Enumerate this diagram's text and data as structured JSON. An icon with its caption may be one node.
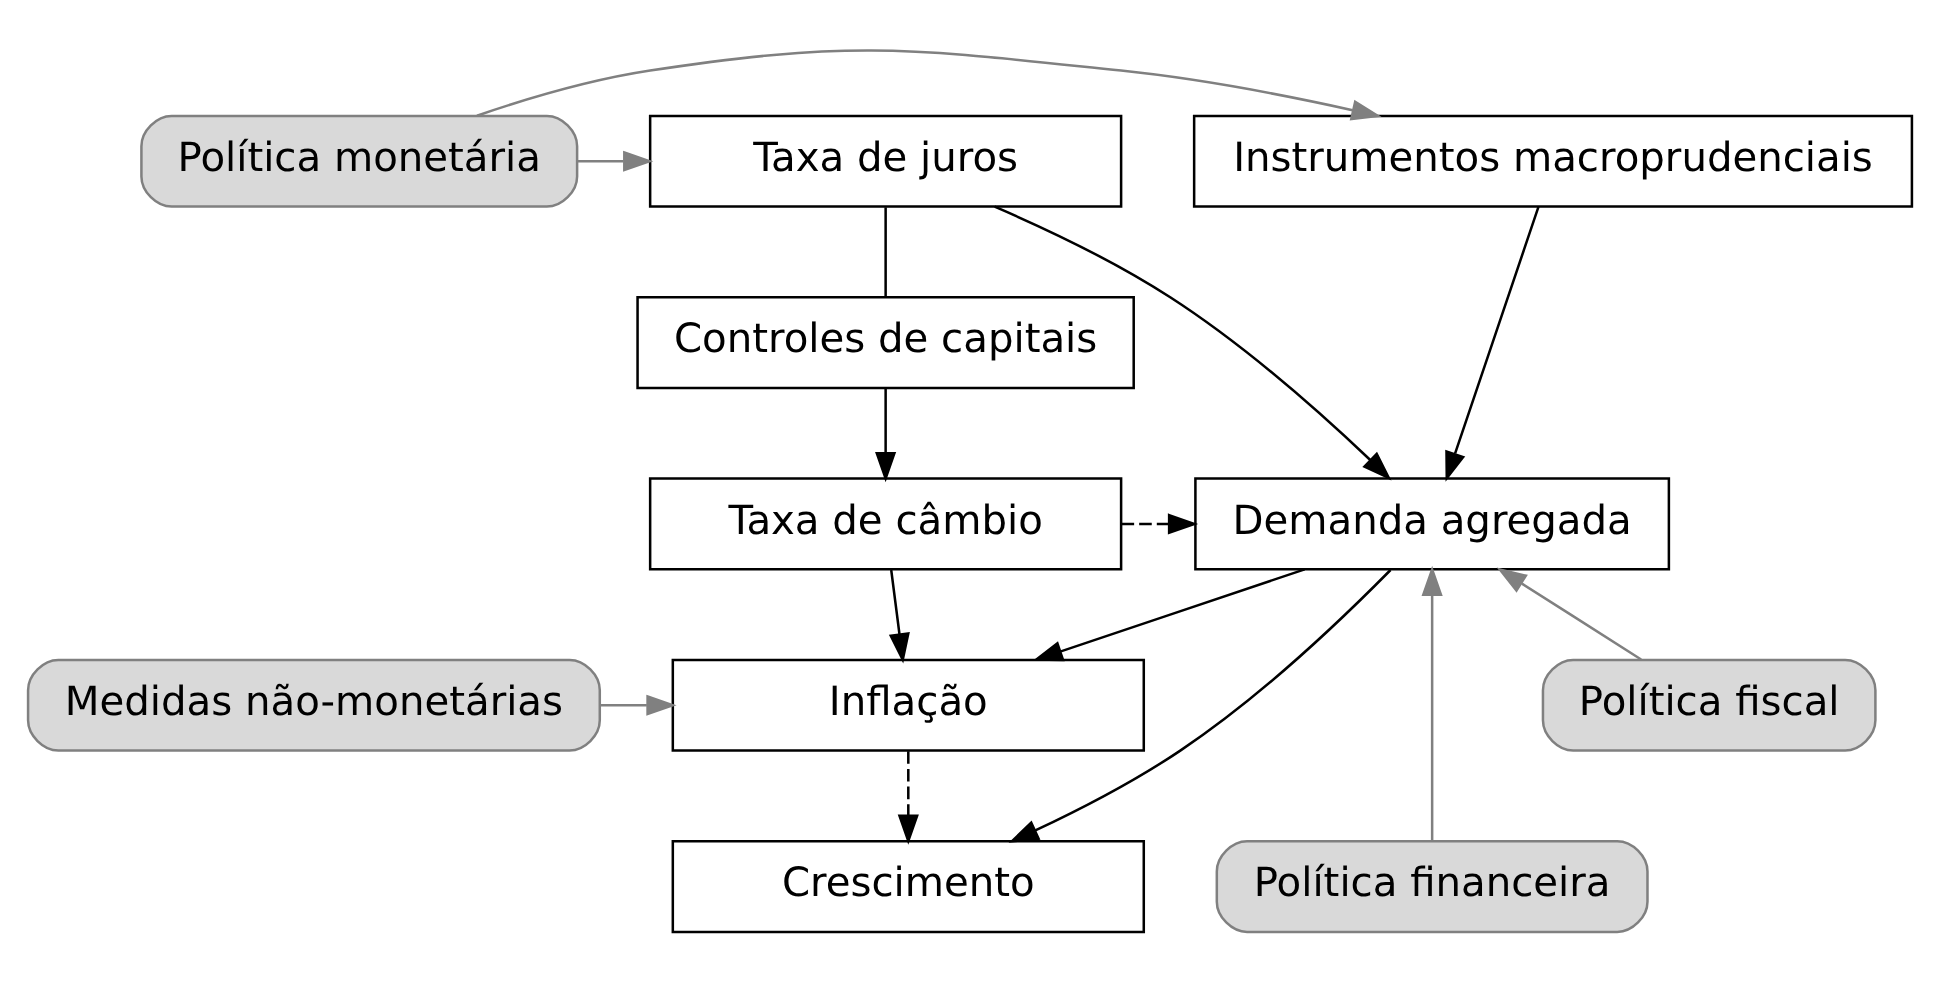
{
  "diagram": {
    "nodes": [
      {
        "text": [
          "Política monetária"
        ]
      },
      {
        "text": [
          "Instrumentos macroprudenciais"
        ]
      },
      {
        "text": [
          "Taxa de juros"
        ]
      },
      {
        "text": [
          "Controles de capitais"
        ]
      },
      {
        "text": [
          "Demanda agregada"
        ]
      },
      {
        "text": [
          "Taxa de câmbio"
        ]
      },
      {
        "text": [
          "Política fiscal"
        ]
      },
      {
        "text": [
          "Inflação"
        ]
      },
      {
        "text": [
          "Política financeira"
        ]
      },
      {
        "text": [
          "Medidas não-monetárias"
        ]
      },
      {
        "text": [
          "Crescimento"
        ]
      }
    ],
    "edges": [
      {
        "from": 0,
        "to": 1,
        "arrow": "to",
        "color": "#808080"
      },
      {
        "from": 0,
        "to": 2,
        "arrow": "to",
        "color": "#808080"
      },
      {
        "from": 1,
        "to": 4,
        "arrow": "to"
      },
      {
        "from": 2,
        "to": 4,
        "arrow": "to"
      },
      {
        "from": 2,
        "to": 3,
        "arrow": "none"
      },
      {
        "from": 3,
        "to": 5,
        "arrow": "to"
      },
      {
        "from": 5,
        "to": 4,
        "arrow": "to",
        "style": "dashed"
      },
      {
        "from": 6,
        "to": 4,
        "arrow": "to",
        "color": "#808080"
      },
      {
        "from": 8,
        "to": 4,
        "arrow": "to",
        "color": "#808080"
      },
      {
        "from": 4,
        "to": 7,
        "arrow": "to"
      },
      {
        "from": 5,
        "to": 7,
        "arrow": "to"
      },
      {
        "from": 4,
        "to": 10,
        "arrow": "to"
      },
      {
        "from": 7,
        "to": 10,
        "arrow": "to",
        "style": "dashed"
      },
      {
        "from": 9,
        "to": 7,
        "arrow": "to",
        "color": "#808080"
      }
    ]
  }
}
